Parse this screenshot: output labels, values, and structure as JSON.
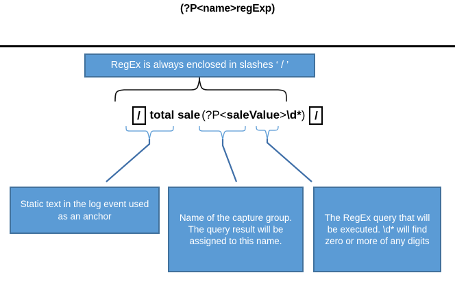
{
  "diagram": {
    "title": "(?P<name>regExp)",
    "top_callout": {
      "text": "RegEx is always enclosed in slashes ‘ / ’"
    },
    "expression": {
      "open_slash": "/",
      "anchor_text": "total sale",
      "group_open": "(?P<",
      "group_name": "saleValue",
      "group_close": ">",
      "pattern": "\\d*",
      "paren_close": ")",
      "close_slash": "/"
    },
    "callouts": [
      {
        "id": "static-text",
        "text": "Static text in the log event used as an anchor"
      },
      {
        "id": "capture-group-name",
        "text": "Name of the capture group.    The query result will be assigned to this name."
      },
      {
        "id": "regex-query",
        "text": "The RegEx query that will be executed. \\d* will find zero or more of any digits"
      }
    ],
    "colors": {
      "box_fill": "#5B9BD5",
      "box_border": "#41719C",
      "connector": "#3F6FA8",
      "brace_black": "#000000",
      "rule": "#000000",
      "text_on_box": "#FFFFFF"
    }
  }
}
